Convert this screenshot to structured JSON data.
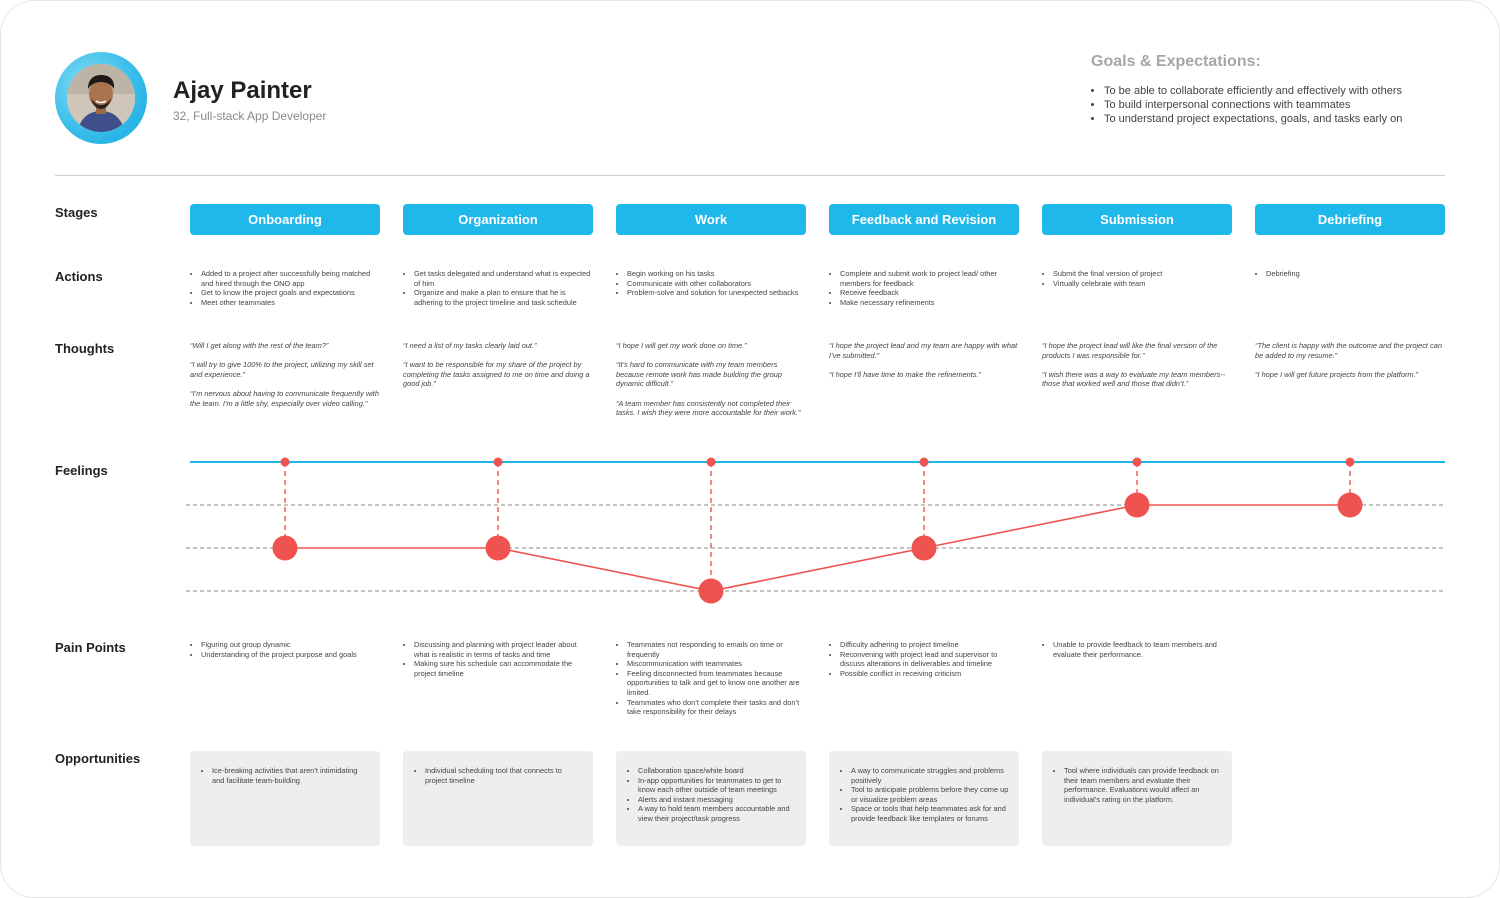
{
  "persona": {
    "name": "Ajay Painter",
    "subtitle": "32, Full-stack App Developer"
  },
  "goals": {
    "title": "Goals & Expectations:",
    "items": [
      "To be able to collaborate efficiently and effectively with others",
      "To build interpersonal connections with teammates",
      "To understand project expectations, goals, and tasks early on"
    ]
  },
  "row_labels": {
    "stages": "Stages",
    "actions": "Actions",
    "thoughts": "Thoughts",
    "feelings": "Feelings",
    "pain_points": "Pain Points",
    "opportunities": "Opportunities"
  },
  "stages": [
    {
      "name": "Onboarding",
      "actions": [
        "Added to a project after successfully being matched and hired through the ONO app",
        "Get to know the project goals and expectations",
        "Meet other teammates"
      ],
      "thoughts": [
        "“Will I get along with the rest of the team?”",
        "“I will try to give 100% to the project, utilizing my skill set and experience.”",
        "“I’m nervous about having to communicate frequently with the team. I’m a little shy, especially over video calling.”"
      ],
      "feeling_level": 2,
      "pain_points": [
        "Figuring out group dynamic",
        "Understanding of the project purpose and goals"
      ],
      "opportunities": [
        "Ice-breaking activities that aren’t intimidating and facilitate team-building"
      ]
    },
    {
      "name": "Organization",
      "actions": [
        "Get tasks delegated and understand what is expected of him",
        "Organize and make a plan to ensure that he is adhering to the project timeline and task schedule"
      ],
      "thoughts": [
        "“I need a list of my tasks clearly laid out.”",
        "“I want to be responsible for my share of the project by completing the tasks assigned to me on time and doing a good job.”"
      ],
      "feeling_level": 2,
      "pain_points": [
        "Discussing and planning with project leader about what is realistic in terms of tasks and time",
        "Making sure his schedule can accommodate the project timeline"
      ],
      "opportunities": [
        "Individual scheduling tool that connects to project timeline"
      ]
    },
    {
      "name": "Work",
      "actions": [
        "Begin working on his tasks",
        "Communicate with other collaborators",
        "Problem-solve and solution for unexpected setbacks"
      ],
      "thoughts": [
        "“I hope I will get my work done on time.”",
        "“It’s hard to communicate with my team members because remote work has made building the group dynamic difficult.”",
        "“A team member has consistently not completed their tasks. I wish they were more accountable for their work.”"
      ],
      "feeling_level": 1,
      "pain_points": [
        "Teammates not responding to emails on time or frequently",
        "Miscommunication with teammates",
        "Feeling disconnected from teammates because opportunities to talk and get to know one another are limited.",
        "Teammates who don’t complete their tasks and don’t take responsibility for their delays"
      ],
      "opportunities": [
        "Collaboration space/white board",
        "In-app opportunities for teammates to get to know each other outside of team meetings",
        "Alerts and instant messaging",
        "A way to hold team members accountable and view their project/task progress"
      ]
    },
    {
      "name": "Feedback and Revision",
      "actions": [
        "Complete and submit work to project lead/ other members for feedback",
        "Receive feedback",
        "Make necessary refinements"
      ],
      "thoughts": [
        "“I hope the project lead and my team are happy with what I’ve submitted.”",
        "“I hope I’ll have time to make the refinements.”"
      ],
      "feeling_level": 2,
      "pain_points": [
        "Difficulty adhering to project timeline",
        "Reconvening with project lead and supervisor to discuss alterations in deliverables and timeline",
        "Possible conflict in receiving criticism"
      ],
      "opportunities": [
        "A way to communicate struggles and problems positively",
        "Tool to anticipate problems before they come up or visualize problem areas",
        "Space or tools that help teammates ask for and provide feedback like templates or forums"
      ]
    },
    {
      "name": "Submission",
      "actions": [
        "Submit the final version of project",
        "Virtually celebrate with team"
      ],
      "thoughts": [
        "“I hope the project lead will like the final version of the products I was responsible for.”",
        "“I wish there was a way to evaluate my team members--those that worked well and those that didn’t.”"
      ],
      "feeling_level": 3,
      "pain_points": [
        "Unable to provide feedback to team members and evaluate their performance."
      ],
      "opportunities": [
        "Tool where individuals can provide feedback on their team members and evaluate their performance. Evaluations would affect an individual’s rating on the platform."
      ]
    },
    {
      "name": "Debriefing",
      "actions": [
        "Debriefing"
      ],
      "thoughts": [
        "“The client is happy with the outcome and the project can be added to my resume.”",
        "“I hope I will get future projects from the platform.”"
      ],
      "feeling_level": 3,
      "pain_points": [],
      "opportunities": []
    }
  ],
  "colors": {
    "stage_fill": "#1eb8ea",
    "timeline_line": "#1eb8ea",
    "feeling_marker": "#ef5350",
    "opportunity_box": "#eeeeee"
  },
  "icons": {
    "avatar": "person-photo-avatar"
  }
}
